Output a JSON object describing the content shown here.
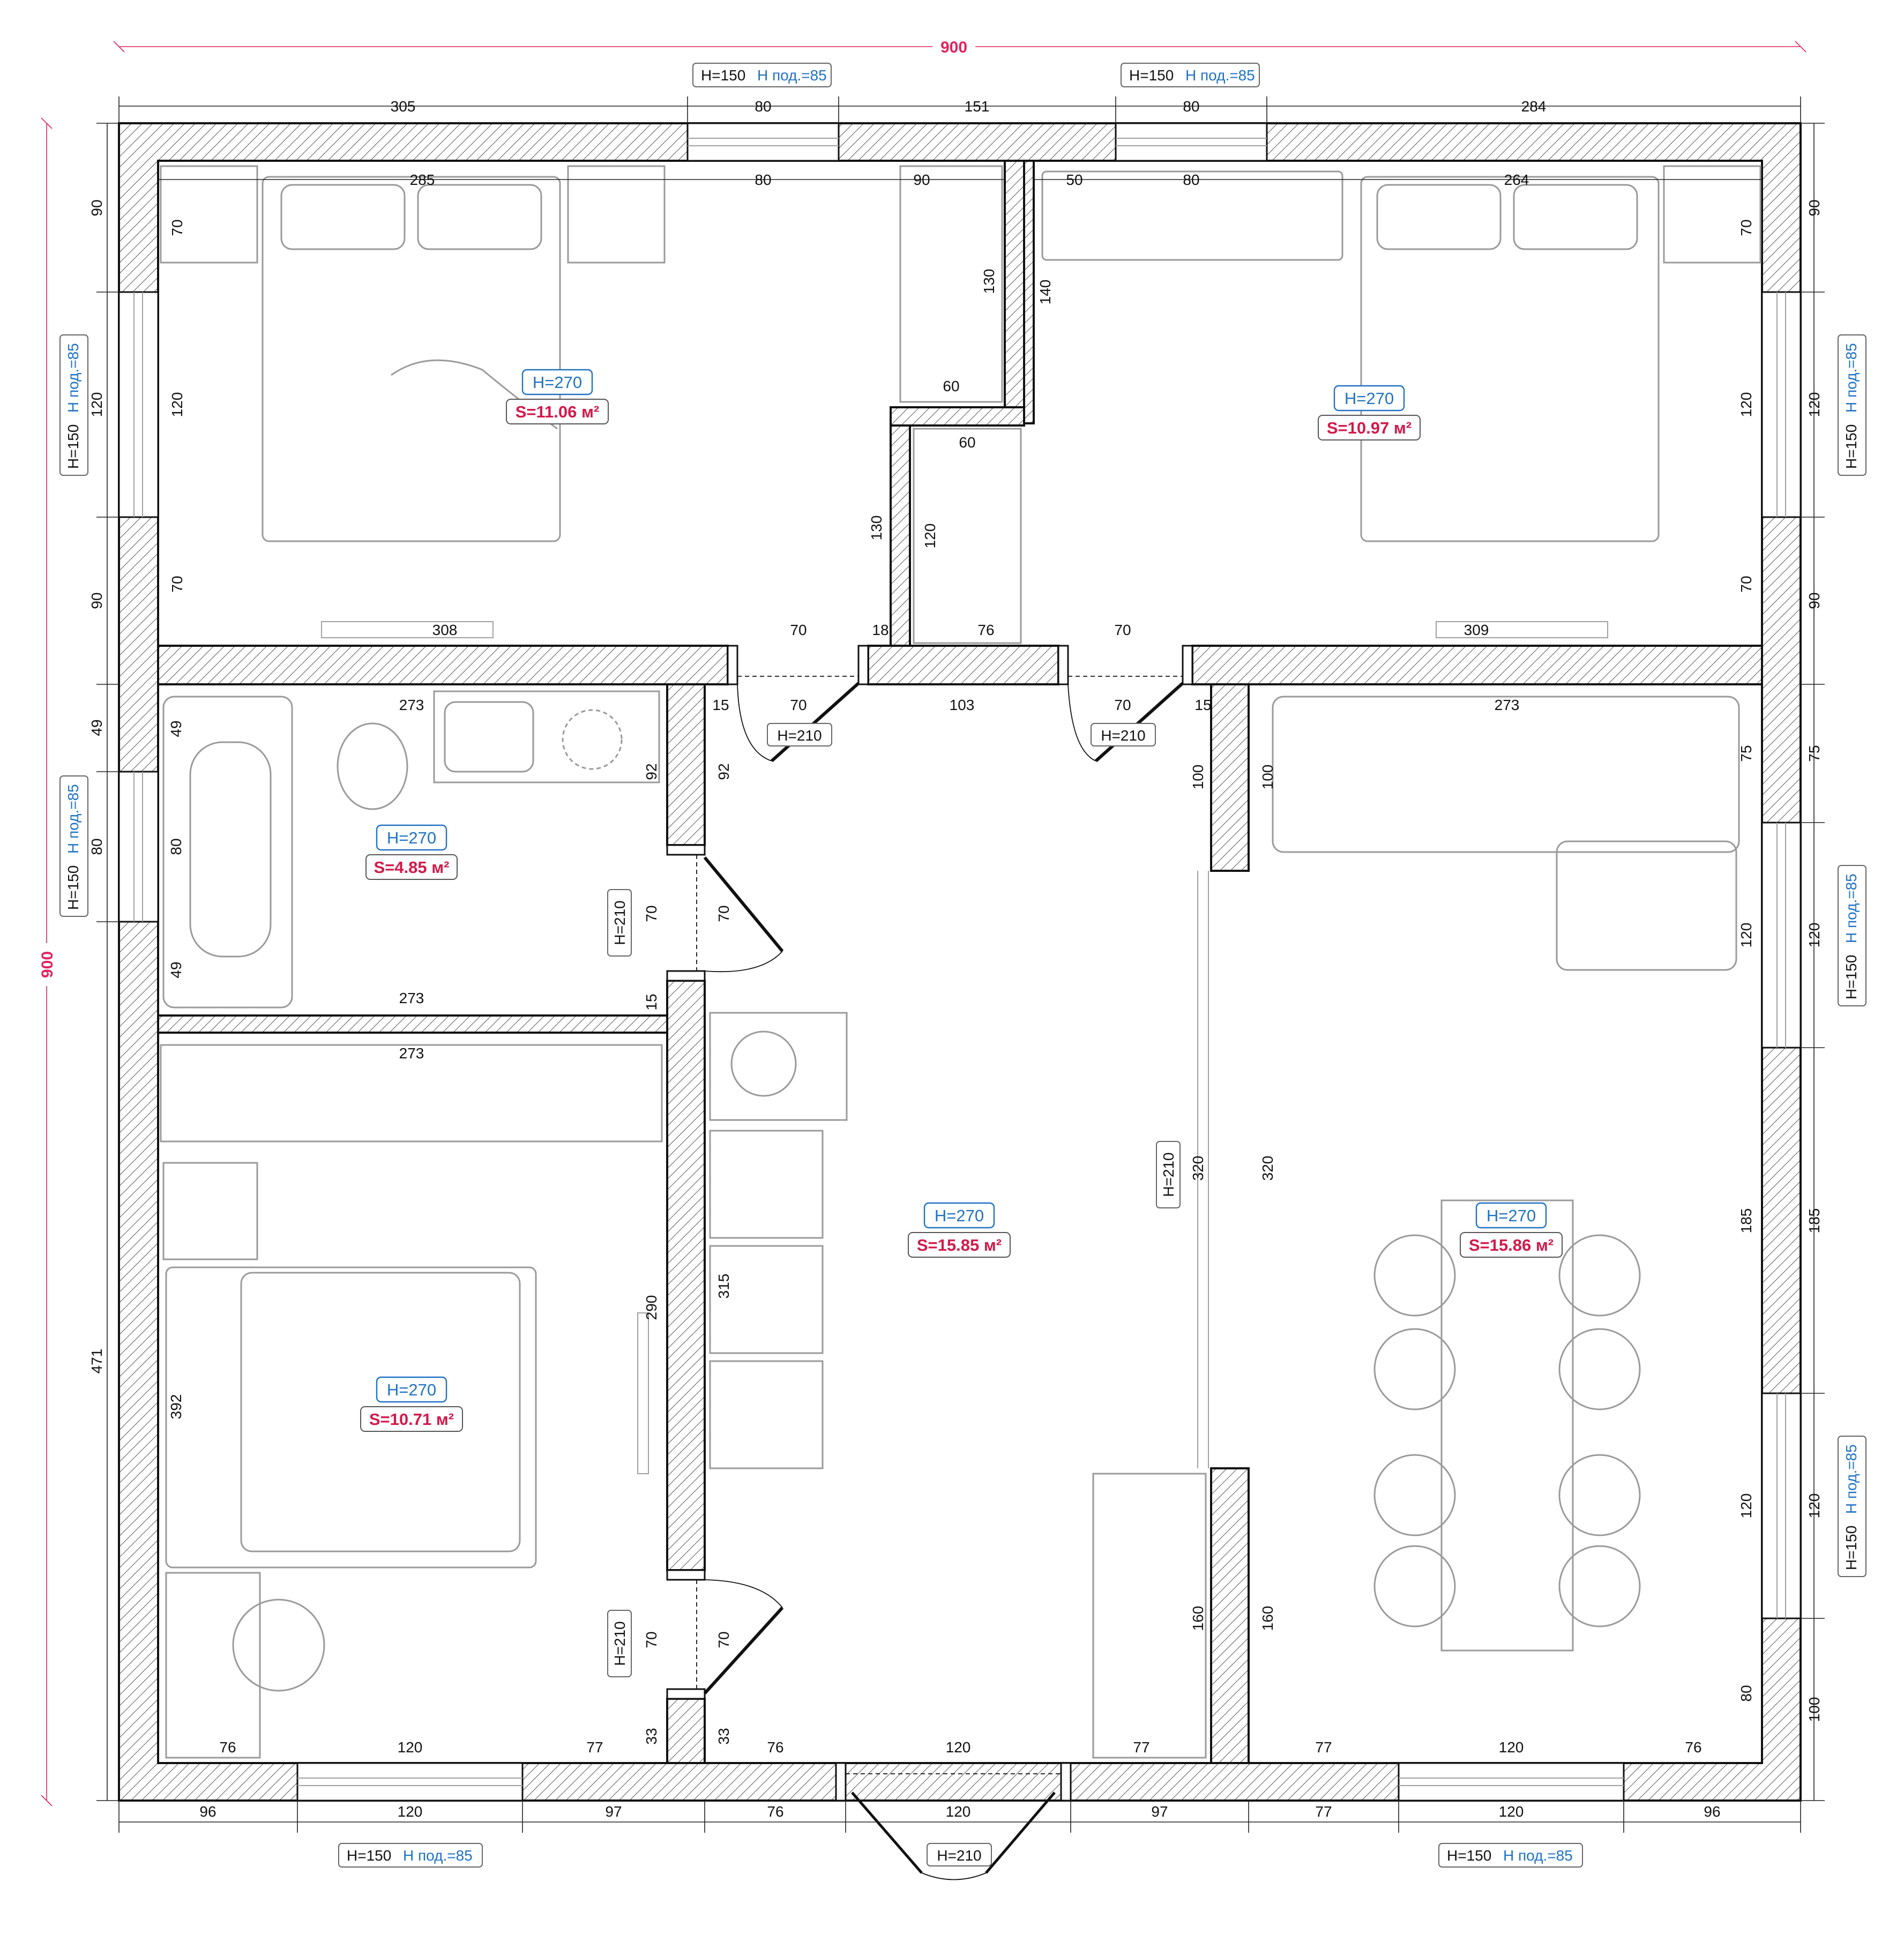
{
  "overall": {
    "width": "900",
    "height": "900"
  },
  "top_dims": [
    "305",
    "80",
    "151",
    "80",
    "284"
  ],
  "bottom_dims": [
    "96",
    "120",
    "97",
    "76",
    "120",
    "97",
    "77",
    "120",
    "96"
  ],
  "left_dims": [
    "90",
    "120",
    "90",
    "49",
    "80",
    "471"
  ],
  "right_dims": [
    "90",
    "120",
    "90",
    "75",
    "120",
    "185",
    "120",
    "100"
  ],
  "window_labels": {
    "h": "H=150",
    "sill": "H под.=85"
  },
  "door_label": "H=210",
  "rooms": [
    {
      "id": "bedroom-1",
      "height": "H=270",
      "area": "S=11.06 м²"
    },
    {
      "id": "bedroom-2",
      "height": "H=270",
      "area": "S=10.97 м²"
    },
    {
      "id": "bathroom",
      "height": "H=270",
      "area": "S=4.85 м²"
    },
    {
      "id": "hall",
      "height": "H=270",
      "area": "S=15.85 м²"
    },
    {
      "id": "living",
      "height": "H=270",
      "area": "S=15.86 м²"
    },
    {
      "id": "bedroom-3",
      "height": "H=270",
      "area": "S=10.71 м²"
    }
  ],
  "inner_dims": {
    "b1_top": "285",
    "b1_win": "80",
    "closet1_top": "90",
    "b2_left": "50",
    "b2_win": "80",
    "b2_top": "264",
    "b1_left_70a": "70",
    "b1_left_120": "120",
    "b1_left_70b": "70",
    "b2_right_70a": "70",
    "b2_right_120": "120",
    "b2_right_70b": "70",
    "closet1_130": "130",
    "closet1_60": "60",
    "closet2_140": "140",
    "closet2_60": "60",
    "closet2_120": "120",
    "closet2_130": "130",
    "b1_bottom": "308",
    "b1_door": "70",
    "b1_18": "18",
    "closet2_bottom": "76",
    "b2_door": "70",
    "b2_bottom": "309",
    "bath_top": "273",
    "bath_49a": "49",
    "bath_80": "80",
    "bath_49b": "49",
    "bath_92": "92",
    "bath_bottom": "273",
    "bath_door": "70",
    "bath_15": "15",
    "hall_15a": "15",
    "hall_70a": "70",
    "hall_103": "103",
    "hall_70b": "70",
    "hall_15b": "15",
    "hall_92": "92",
    "hall_70c": "70",
    "hall_315": "315",
    "hall_70d": "70",
    "hall_33": "33",
    "hall_bottom_76": "76",
    "hall_bottom_120": "120",
    "hall_bottom_77": "77",
    "hall_100": "100",
    "hall_320": "320",
    "hall_160": "160",
    "living_top": "273",
    "living_100": "100",
    "living_320": "320",
    "living_160": "160",
    "living_75": "75",
    "living_120a": "120",
    "living_185": "185",
    "living_120b": "120",
    "living_80": "80",
    "living_bottom_77": "77",
    "living_bottom_120": "120",
    "living_bottom_76": "76",
    "b3_top": "273",
    "b3_392": "392",
    "b3_290": "290",
    "b3_70": "70",
    "b3_33": "33",
    "b3_bottom_76": "76",
    "b3_bottom_120": "120",
    "b3_bottom_77": "77"
  },
  "colors": {
    "accent_blue": "#1f72c4",
    "accent_red": "#d3194a",
    "wall": "#111111",
    "furniture": "#9a9a9a"
  }
}
